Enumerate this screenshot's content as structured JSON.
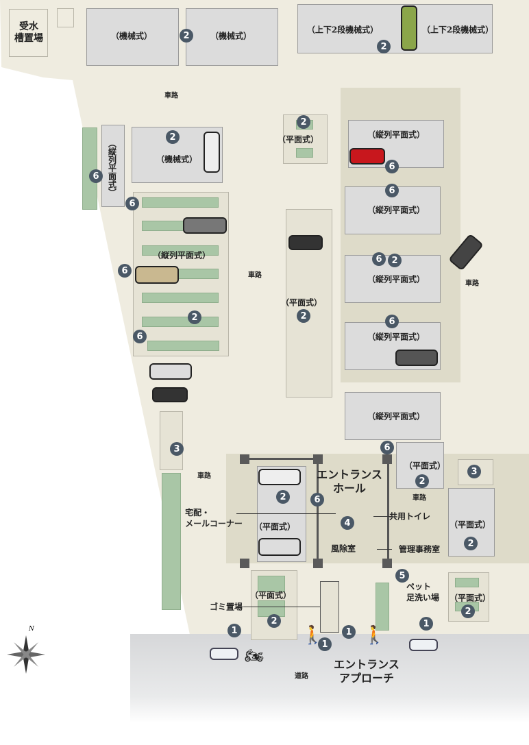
{
  "labels": {
    "water_tank": "受水\n槽置場",
    "mech1": "（機械式）",
    "mech2": "（機械式）",
    "mech3": "（機械式）",
    "twotier1": "（上下2段機械式）",
    "twotier2": "（上下2段機械式）",
    "road_top": "車路",
    "road_mid": "車路",
    "road_right": "車路",
    "road_left": "車路",
    "road_center": "車路",
    "tandem_vertical": "（縦列平面式）",
    "tandem1": "（縦列平面式）",
    "tandem2": "（縦列平面式）",
    "tandem3": "（縦列平面式）",
    "tandem4": "（縦列平面式）",
    "tandem5": "（縦列平面式）",
    "tandem_left": "（縦列平面式）",
    "flat1": "（平面式）",
    "flat2": "（平面式）",
    "flat3": "（平面式）",
    "flat4": "（平面式）",
    "flat5": "（平面式）",
    "flat6": "（平面式）",
    "flat7": "（平面式）",
    "entrance_hall": "エントランス\nホール",
    "delivery": "宅配・\nメールコーナー",
    "toilet": "共用トイレ",
    "windbreak": "風除室",
    "office": "管理事務室",
    "pet": "ペット\n足洗い場",
    "garbage": "ゴミ置場",
    "approach": "エントランス\nアプローチ",
    "street": "道路",
    "north": "N"
  },
  "badges": [
    "2",
    "2",
    "2",
    "6",
    "2",
    "2",
    "6",
    "6",
    "6",
    "2",
    "6",
    "6",
    "6",
    "2",
    "6",
    "2",
    "3",
    "6",
    "2",
    "3",
    "2",
    "6",
    "4",
    "2",
    "5",
    "2",
    "2",
    "1",
    "1",
    "1",
    "1"
  ],
  "colors": {
    "site": "#efece0",
    "parking": "#dcdcdc",
    "green": "#a9c6a6",
    "badge": "#4a5866"
  }
}
